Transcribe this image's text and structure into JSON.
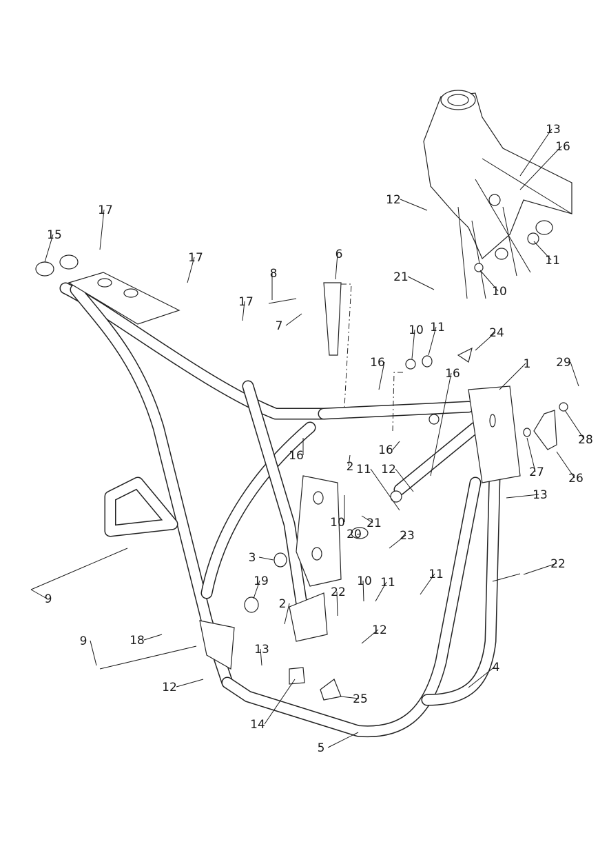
{
  "diagram": {
    "type": "exploded parts diagram",
    "line_color": "#1a1a1a",
    "background": "#ffffff",
    "callouts": [
      {
        "number": "13"
      },
      {
        "number": "16"
      },
      {
        "number": "12"
      },
      {
        "number": "11"
      },
      {
        "number": "21"
      },
      {
        "number": "10"
      },
      {
        "number": "17"
      },
      {
        "number": "15"
      },
      {
        "number": "17"
      },
      {
        "number": "6"
      },
      {
        "number": "8"
      },
      {
        "number": "17"
      },
      {
        "number": "7"
      },
      {
        "number": "10"
      },
      {
        "number": "11"
      },
      {
        "number": "24"
      },
      {
        "number": "1"
      },
      {
        "number": "29"
      },
      {
        "number": "16"
      },
      {
        "number": "16"
      },
      {
        "number": "28"
      },
      {
        "number": "16"
      },
      {
        "number": "2"
      },
      {
        "number": "16"
      },
      {
        "number": "11"
      },
      {
        "number": "12"
      },
      {
        "number": "27"
      },
      {
        "number": "26"
      },
      {
        "number": "13"
      },
      {
        "number": "10"
      },
      {
        "number": "21"
      },
      {
        "number": "20"
      },
      {
        "number": "23"
      },
      {
        "number": "3"
      },
      {
        "number": "22"
      },
      {
        "number": "9"
      },
      {
        "number": "19"
      },
      {
        "number": "10"
      },
      {
        "number": "11"
      },
      {
        "number": "11"
      },
      {
        "number": "2"
      },
      {
        "number": "22"
      },
      {
        "number": "12"
      },
      {
        "number": "18"
      },
      {
        "number": "9"
      },
      {
        "number": "13"
      },
      {
        "number": "4"
      },
      {
        "number": "12"
      },
      {
        "number": "25"
      },
      {
        "number": "14"
      },
      {
        "number": "5"
      }
    ]
  }
}
